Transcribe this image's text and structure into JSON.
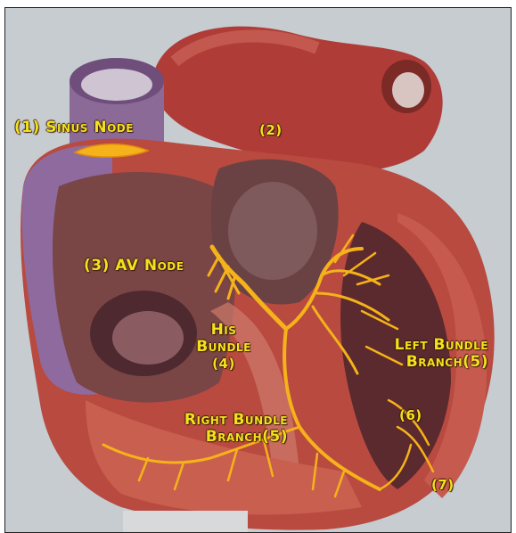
{
  "labels": {
    "sinus_node": "(1) Sinus Node",
    "label_2": "(2)",
    "av_node": "(3) AV Node",
    "his_bundle_line1": "His",
    "his_bundle_line2": "Bundle",
    "his_bundle_num": "(4)",
    "left_bundle_line1": "Left Bundle",
    "left_bundle_line2": "Branch(5)",
    "right_bundle_line1": "Right Bundle",
    "right_bundle_line2": "Branch(5)",
    "label_6": "(6)",
    "label_7": "(7)"
  },
  "colors": {
    "background": "#c6ccd0",
    "muscle": "#b84a40",
    "muscle_dark": "#8f2f2b",
    "atrium_purple": "#8f6a9e",
    "chamber": "#6e3a3a",
    "conduction": "#f5b21a",
    "label": "#f2e21c"
  }
}
